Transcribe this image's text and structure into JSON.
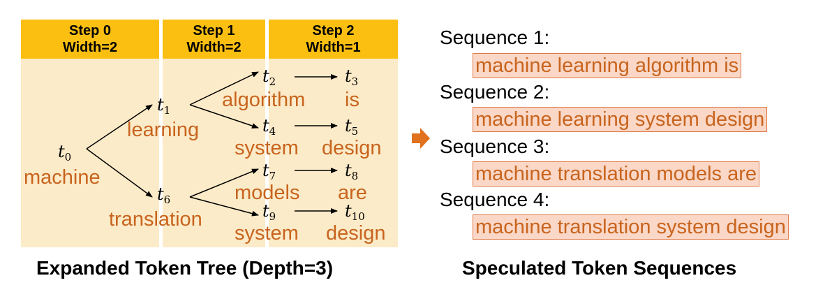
{
  "steps": [
    {
      "label": "Step 0",
      "width": "Width=2"
    },
    {
      "label": "Step 1",
      "width": "Width=2"
    },
    {
      "label": "Step 2",
      "width": "Width=1"
    }
  ],
  "tree": {
    "t0": {
      "sym": "t",
      "sub": "0",
      "word": "machine"
    },
    "t1": {
      "sym": "t",
      "sub": "1",
      "word": "learning"
    },
    "t6": {
      "sym": "t",
      "sub": "6",
      "word": "translation"
    },
    "t2": {
      "sym": "t",
      "sub": "2",
      "word": "algorithm"
    },
    "t4": {
      "sym": "t",
      "sub": "4",
      "word": "system"
    },
    "t7": {
      "sym": "t",
      "sub": "7",
      "word": "models"
    },
    "t9": {
      "sym": "t",
      "sub": "9",
      "word": "system"
    },
    "t3": {
      "sym": "t",
      "sub": "3",
      "word": "is"
    },
    "t5": {
      "sym": "t",
      "sub": "5",
      "word": "design"
    },
    "t8": {
      "sym": "t",
      "sub": "8",
      "word": "are"
    },
    "t10": {
      "sym": "t",
      "sub": "10",
      "word": "design"
    }
  },
  "sequences": [
    {
      "label": "Sequence 1:",
      "text": "machine learning algorithm is"
    },
    {
      "label": "Sequence 2:",
      "text": "machine learning system design"
    },
    {
      "label": "Sequence 3:",
      "text": "machine translation models are"
    },
    {
      "label": "Sequence 4:",
      "text": "machine translation system design"
    }
  ],
  "captions": {
    "left": "Expanded Token Tree (Depth=3)",
    "right": "Speculated Token Sequences"
  },
  "colors": {
    "header": "#FBBF12",
    "column": "#FCEBC8",
    "word": "#C8641E",
    "seq_fill": "#FAD7C6",
    "seq_border": "#E07A48",
    "arrow": "#E0711E"
  },
  "icons": {
    "transition": "right-arrow-icon"
  }
}
